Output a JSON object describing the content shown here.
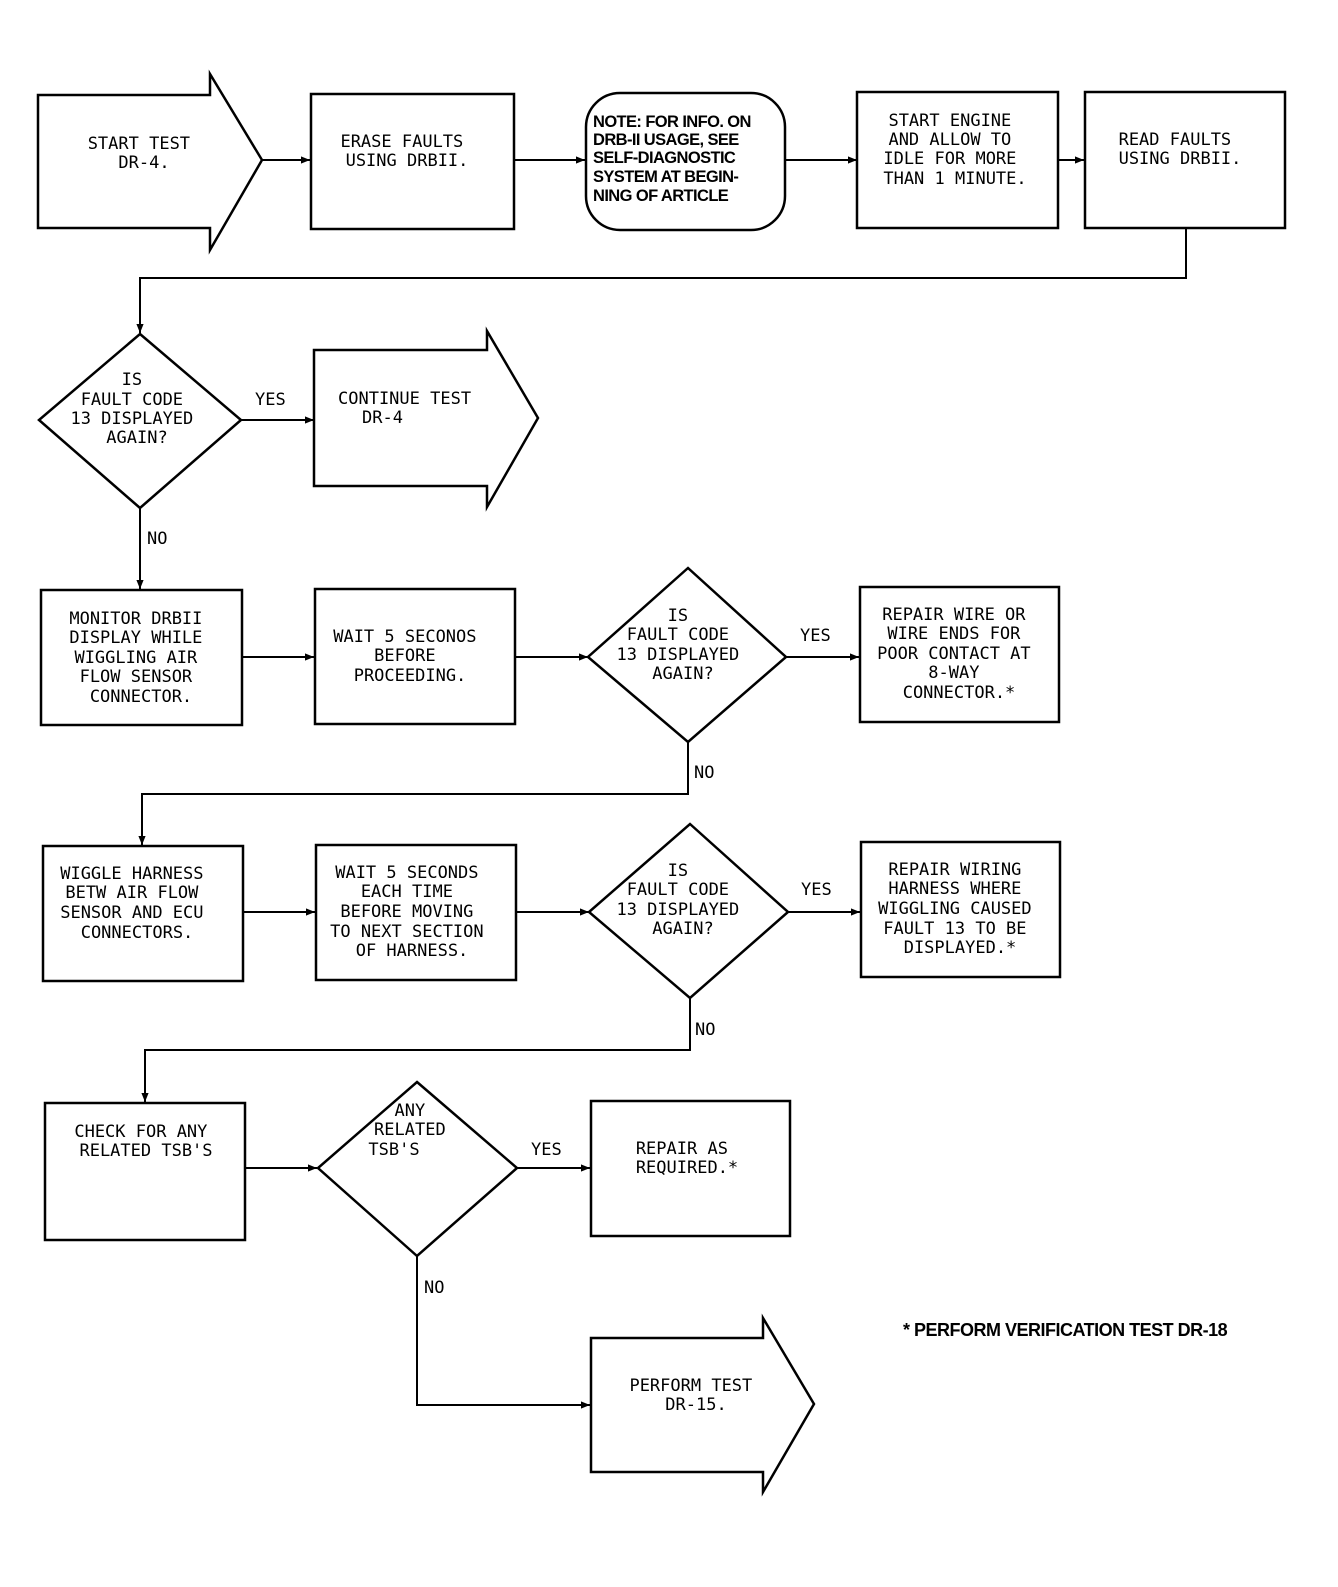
{
  "nodes": {
    "start_test": [
      "START TEST",
      "DR-4."
    ],
    "erase_faults": [
      "ERASE FAULTS",
      "USING DRBII."
    ],
    "note": [
      "NOTE: FOR INFO. ON",
      "DRB-II USAGE, SEE",
      "SELF-DIAGNOSTIC",
      "SYSTEM AT BEGIN-",
      "NING OF ARTICLE"
    ],
    "start_engine": [
      "START ENGINE",
      "AND ALLOW TO",
      "IDLE FOR MORE",
      "THAN 1 MINUTE."
    ],
    "read_faults": [
      "READ FAULTS",
      "USING DRBII."
    ],
    "decision_1": [
      "IS",
      "FAULT CODE",
      "13 DISPLAYED",
      "AGAIN?"
    ],
    "continue_test": [
      "CONTINUE TEST",
      "DR-4"
    ],
    "monitor_drbii": [
      "MONITOR DRBII",
      "DISPLAY WHILE",
      "WIGGLING AIR",
      "FLOW SENSOR",
      "CONNECTOR."
    ],
    "wait_5_seconds_1": [
      "WAIT 5 SECONOS",
      "BEFORE",
      "PROCEEDING."
    ],
    "decision_2": [
      "IS",
      "FAULT CODE",
      "13 DISPLAYED",
      "AGAIN?"
    ],
    "repair_wire": [
      "REPAIR WIRE OR",
      "WIRE ENDS FOR",
      "POOR CONTACT AT",
      "8-WAY",
      "CONNECTOR.*"
    ],
    "wiggle_harness": [
      "WIGGLE HARNESS",
      "BETW AIR FLOW",
      "SENSOR AND ECU",
      "CONNECTORS."
    ],
    "wait_5_seconds_2": [
      "WAIT 5 SECONDS",
      "EACH TIME",
      "BEFORE MOVING",
      "TO NEXT SECTION",
      "OF HARNESS."
    ],
    "decision_3": [
      "IS",
      "FAULT CODE",
      "13 DISPLAYED",
      "AGAIN?"
    ],
    "repair_wiring_harness": [
      "REPAIR WIRING",
      "HARNESS WHERE",
      "WIGGLING CAUSED",
      "FAULT 13 TO BE",
      "DISPLAYED.*"
    ],
    "check_tsbs": [
      "CHECK FOR ANY",
      "RELATED TSB'S"
    ],
    "decision_4": [
      "ANY",
      "RELATED",
      "TSB'S"
    ],
    "repair_as_required": [
      "REPAIR AS",
      "REQUIRED.*"
    ],
    "perform_test": [
      "PERFORM TEST",
      "DR-15."
    ]
  },
  "edge_labels": {
    "decision_1_yes": "YES",
    "decision_1_no": "NO",
    "decision_2_yes": "YES",
    "decision_2_no": "NO",
    "decision_3_yes": "YES",
    "decision_3_no": "NO",
    "decision_4_yes": "YES",
    "decision_4_no": "NO"
  },
  "footnote": "* PERFORM VERIFICATION TEST DR-18"
}
